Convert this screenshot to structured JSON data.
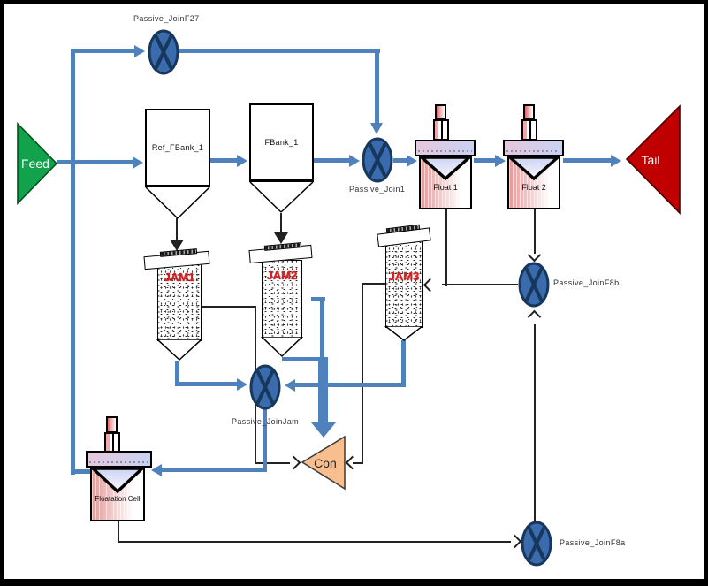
{
  "colors": {
    "stream_blue": "#4F81BD",
    "black_line": "#222222",
    "join_fill": "#3A6BAD",
    "join_stroke": "#17375D",
    "feed_green": "#12A24B",
    "tail_red": "#C00000",
    "con_peach": "#F8BE8E",
    "jam_label_red": "#E11C1C"
  },
  "ports": {
    "feed": {
      "label": "Feed"
    },
    "tail": {
      "label": "Tail"
    },
    "con": {
      "label": "Con"
    }
  },
  "units": {
    "ref_fbank": {
      "label": "Ref_FBank_1"
    },
    "fbank": {
      "label": "FBank_1"
    },
    "float1": {
      "label": "Float 1"
    },
    "float2": {
      "label": "Float 2"
    },
    "floatation_cell": {
      "label": "Floatation Cell"
    },
    "jam1": {
      "label": "JAM1"
    },
    "jam2": {
      "label": "JAM2"
    },
    "jam3": {
      "label": "JAM3"
    }
  },
  "joins": {
    "f27": {
      "label": "Passive_JoinF27"
    },
    "join1": {
      "label": "Passive_Join1"
    },
    "jam": {
      "label": "Passive_JoinJam"
    },
    "f8b": {
      "label": "Passive_JoinF8b"
    },
    "f8a": {
      "label": "Passive_JoinF8a"
    }
  }
}
